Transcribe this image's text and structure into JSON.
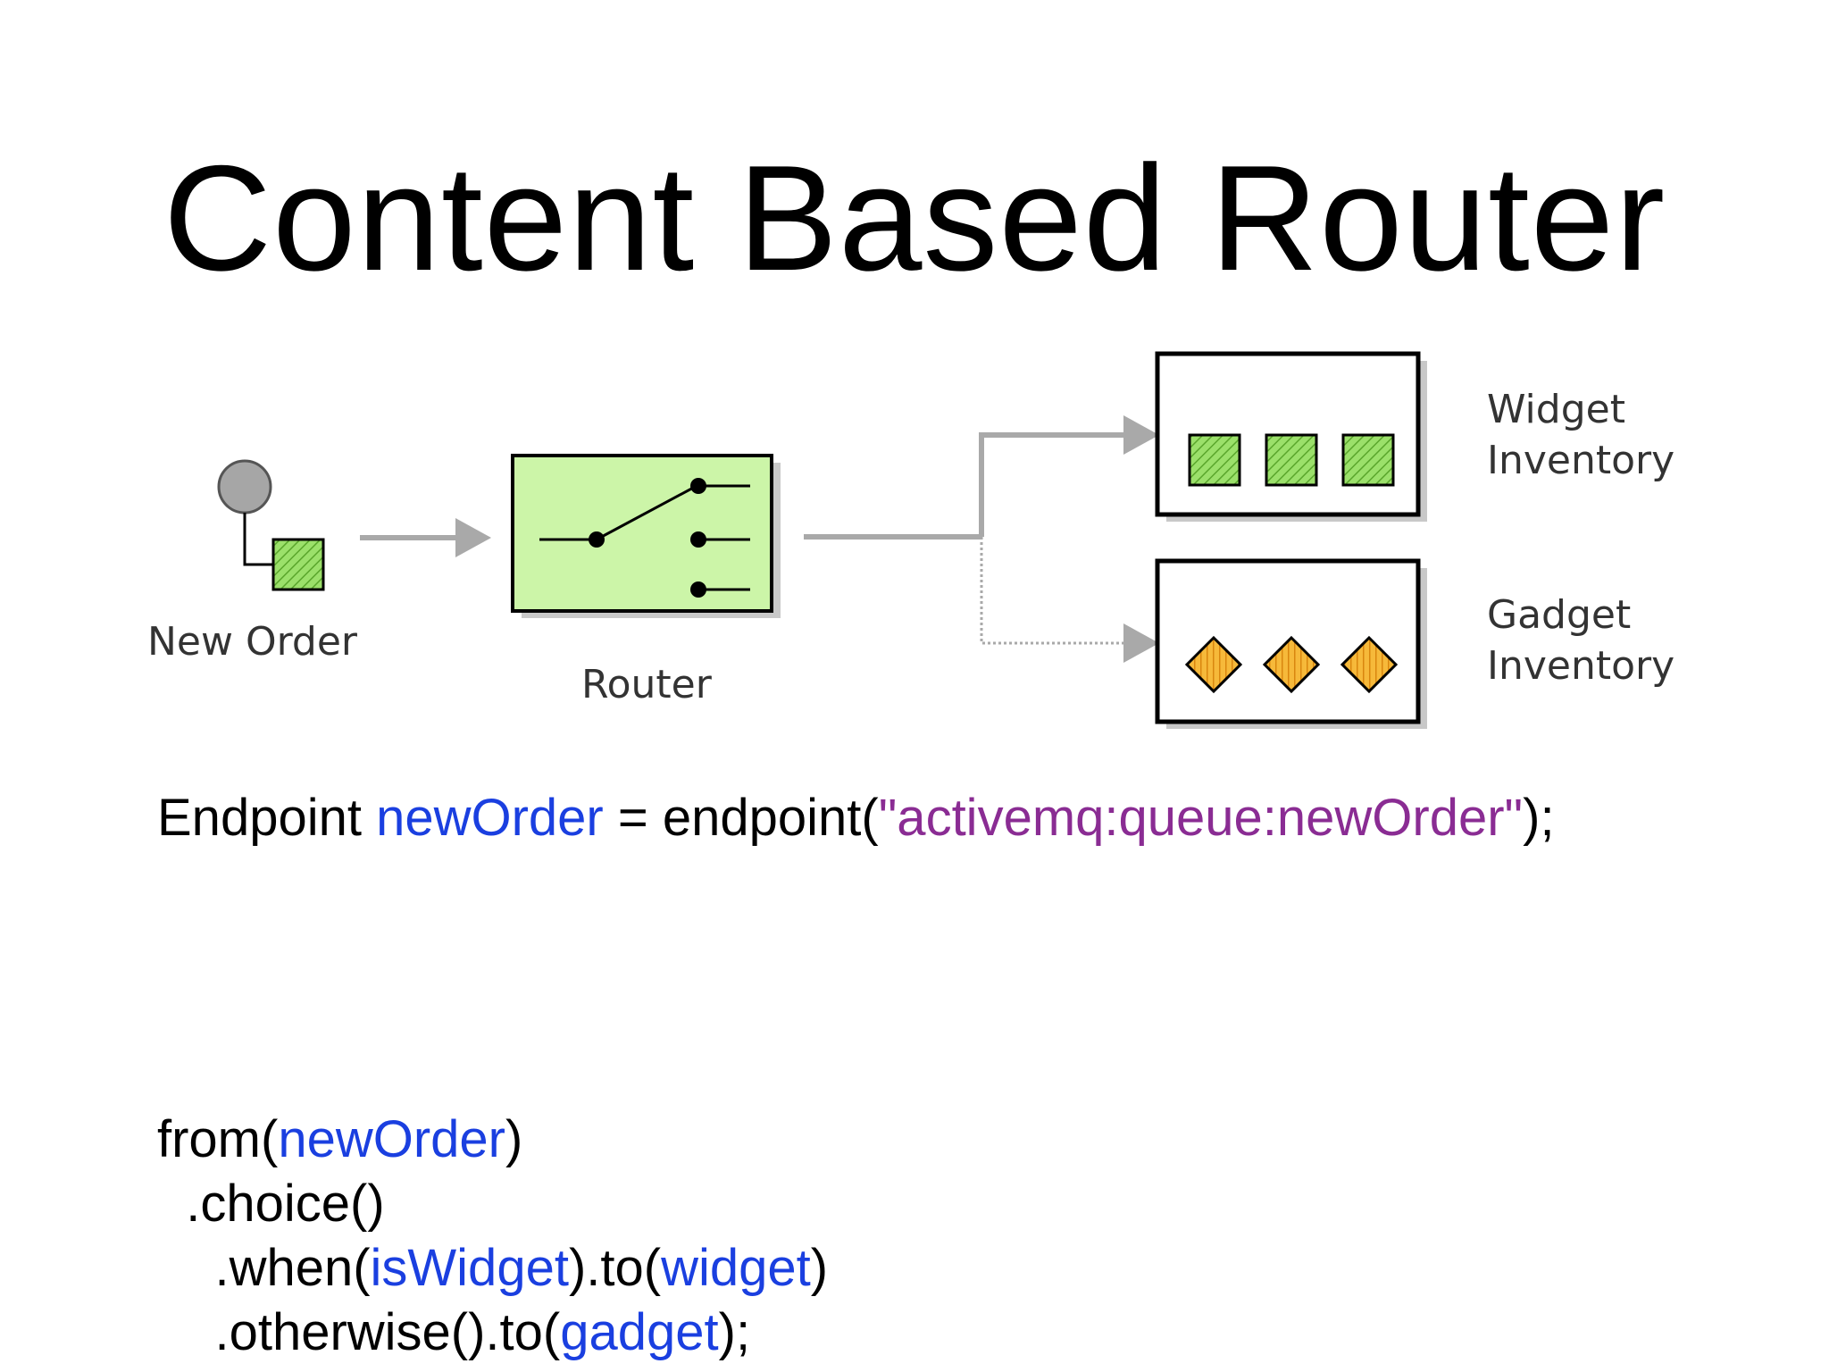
{
  "slide": {
    "title": "Content Based Router"
  },
  "diagram": {
    "labels": {
      "new_order": "New Order",
      "router": "Router",
      "widget_line1": "Widget",
      "widget_line2": "Inventory",
      "gadget_line1": "Gadget",
      "gadget_line2": "Inventory"
    },
    "colors": {
      "router_fill": "#ccf5a8",
      "widget_fill": "#8fd958",
      "gadget_fill": "#f4a825",
      "arrow": "#a9a9a9",
      "border": "#000000"
    }
  },
  "code": {
    "line1": {
      "p1": "Endpoint ",
      "var": "newOrder",
      "p2": " = endpoint(",
      "str": "\"activemq:queue:newOrder\"",
      "p3": ");"
    },
    "block": {
      "l1_a": "from(",
      "l1_b": "newOrder",
      "l1_c": ")",
      "l2": "  .choice()",
      "l3_a": "    .when(",
      "l3_b": "isWidget",
      "l3_c": ").to(",
      "l3_d": "widget",
      "l3_e": ")",
      "l4_a": "    .otherwise().to(",
      "l4_b": "gadget",
      "l4_c": ");"
    }
  }
}
